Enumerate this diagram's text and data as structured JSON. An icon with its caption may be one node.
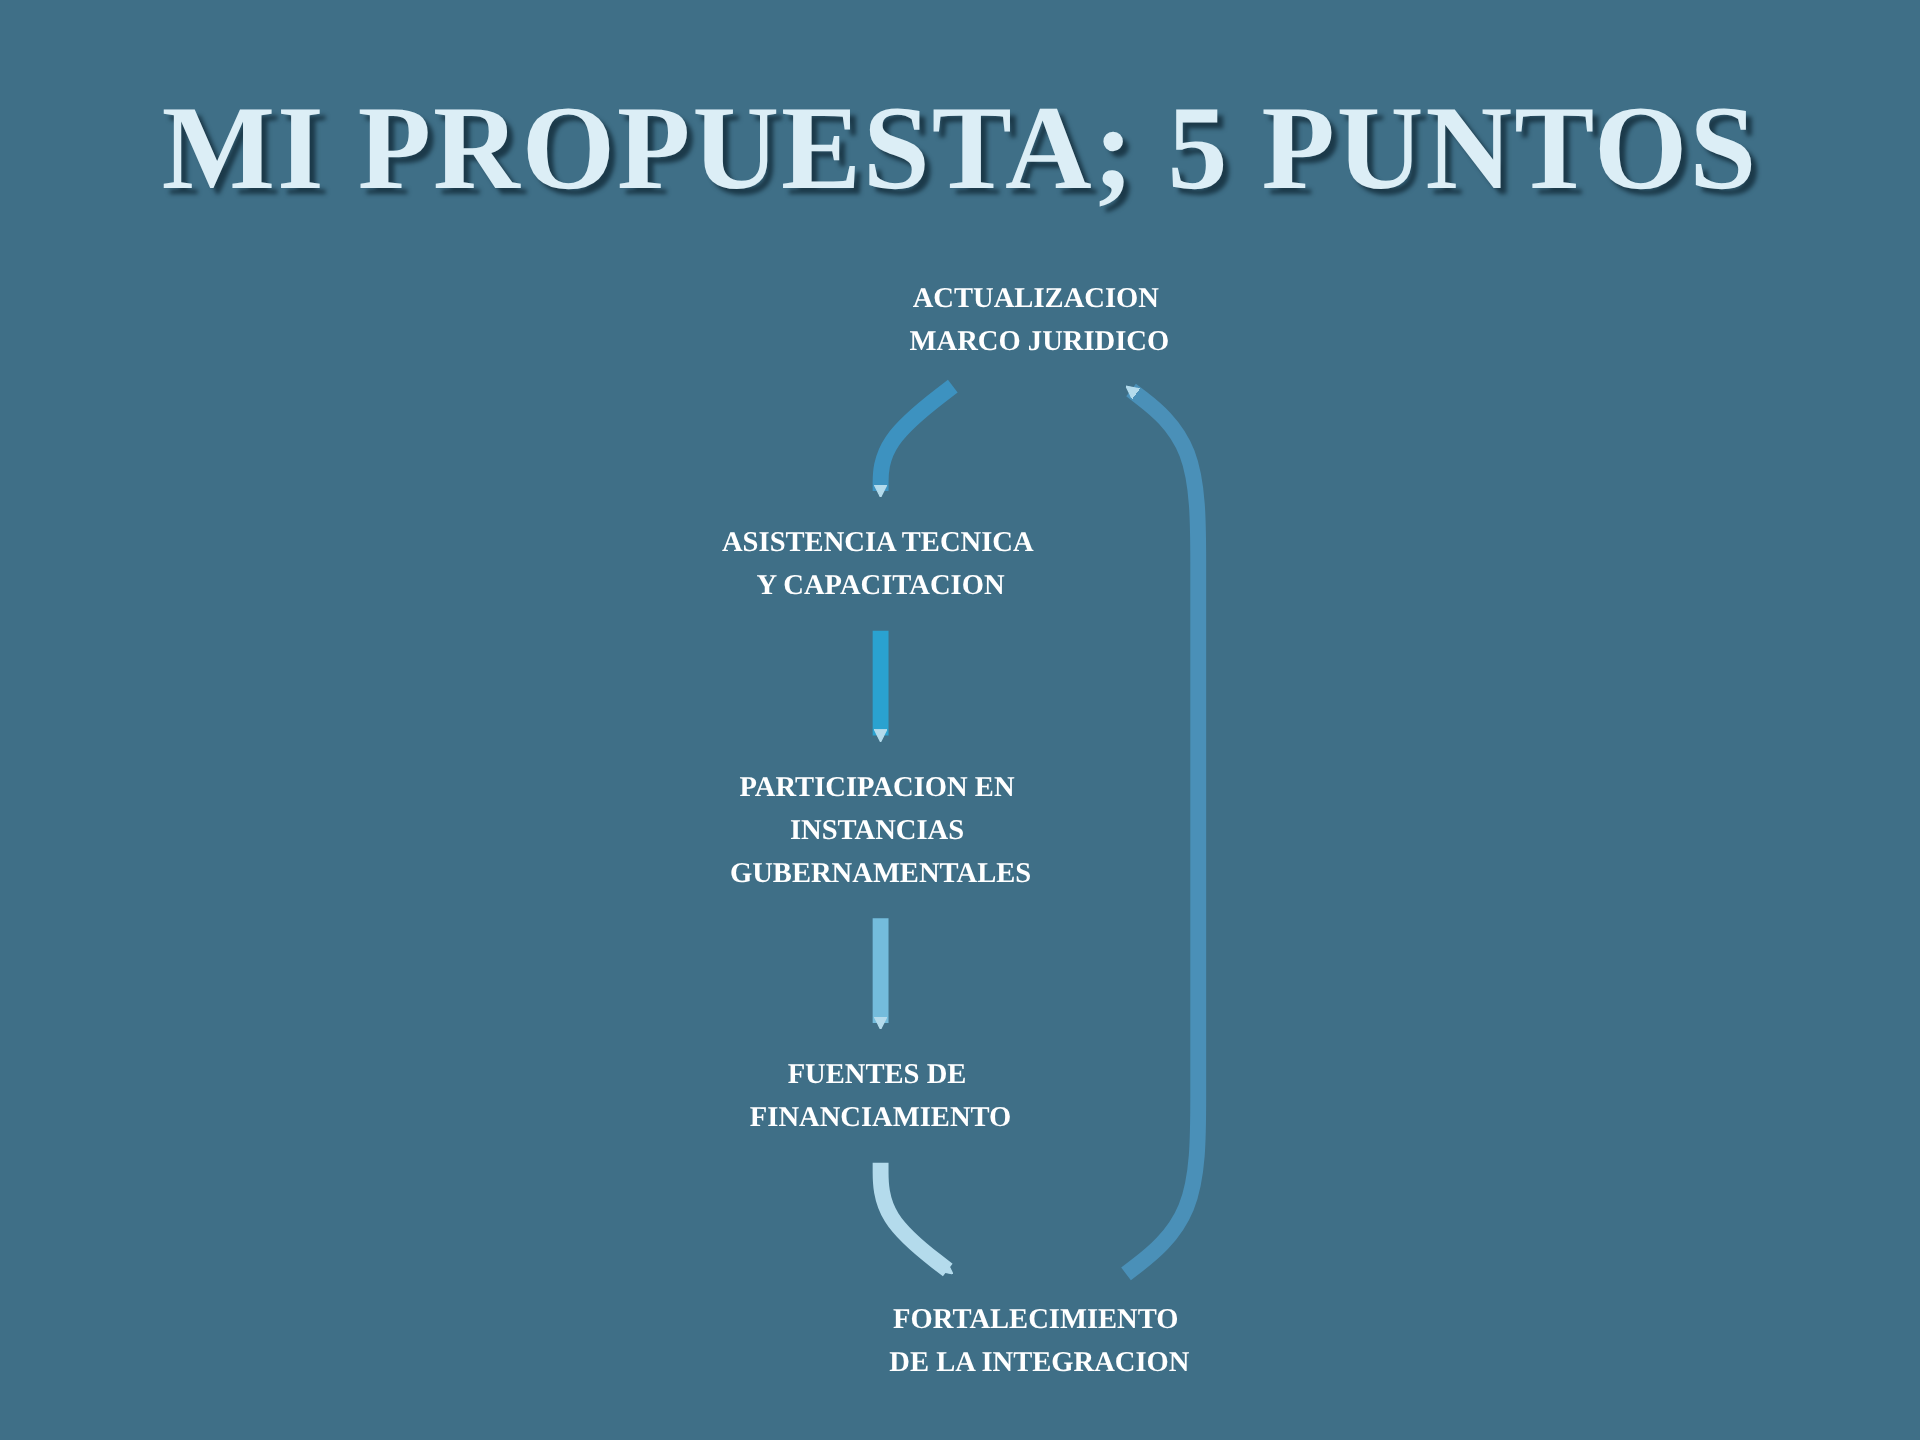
{
  "diagram": {
    "title": "MI PROPUESTA; 5 PUNTOS",
    "nodes": [
      {
        "text": [
          "ACTUALIZACION MARCO JURIDICO"
        ]
      },
      {
        "text": [
          "FORTALECIMIENTO DE LA INTEGRACION"
        ]
      },
      {
        "text": [
          "ASISTENCIA TECNICA Y CAPACITACION"
        ]
      },
      {
        "text": [
          "FUENTES DE FINANCIAMIENTO"
        ]
      },
      {
        "text": [
          "PARTICIPACION EN INSTANCIAS GUBERNAMENTALES"
        ]
      }
    ],
    "edges": [
      {
        "from": 1,
        "to": 0,
        "arrow": "to",
        "color": "#4a90b8"
      },
      {
        "from": 0,
        "to": 2,
        "arrow": "to",
        "color": "#3d92c0"
      },
      {
        "from": 2,
        "to": 4,
        "arrow": "to",
        "color": "#2aa2d0"
      },
      {
        "from": 4,
        "to": 3,
        "arrow": "to",
        "color": "#74bcdc"
      },
      {
        "from": 3,
        "to": 1,
        "arrow": "to",
        "color": "#b4dbec"
      }
    ]
  }
}
